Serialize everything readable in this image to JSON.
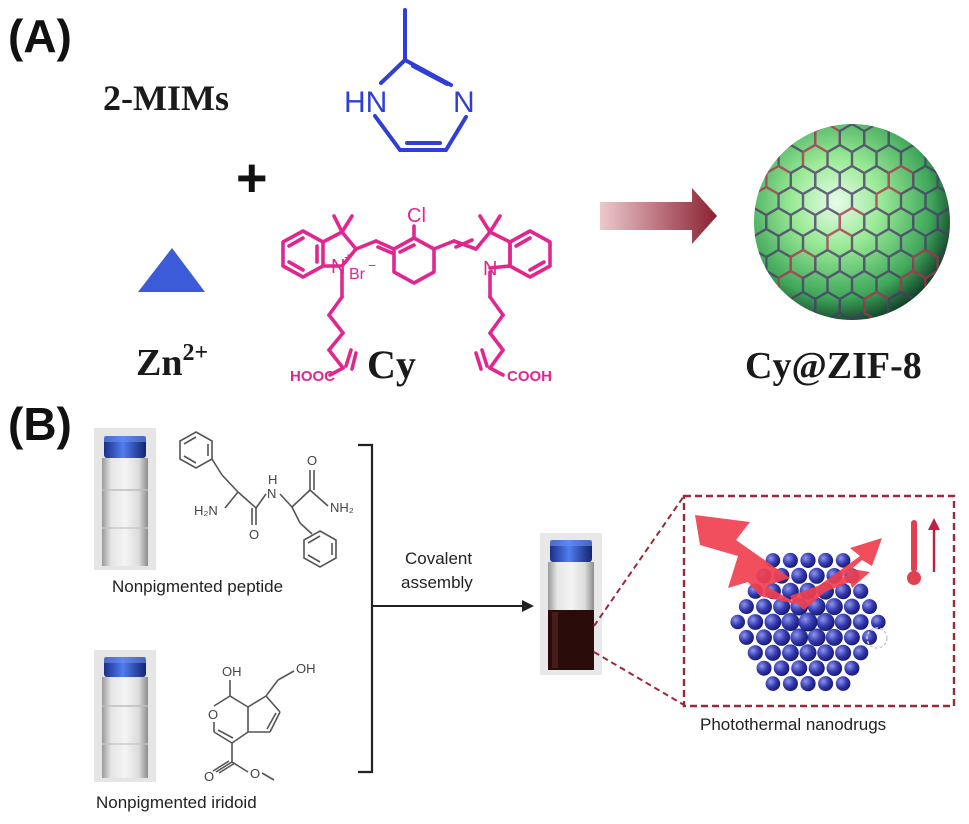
{
  "panel_a": {
    "label": "(A)",
    "ligand_label": "2-MIMs",
    "plus": "+",
    "ligand_atoms": {
      "nh": "HN",
      "n": "N"
    },
    "metal_label": "Zn",
    "metal_charge": "2+",
    "dye_label": "Cy",
    "dye_atoms": {
      "cl": "Cl",
      "n_left": "N",
      "plus": "+",
      "br": "Br",
      "bar": "−",
      "n_right": "N",
      "hooc": "HOOC",
      "cooh": "COOH"
    },
    "product_label": "Cy@ZIF-8"
  },
  "panel_b": {
    "label": "(B)",
    "peptide_label": "Nonpigmented peptide",
    "peptide_atoms": {
      "h2n": "H₂N",
      "nh": "N",
      "h": "H",
      "o1": "O",
      "o2": "O",
      "nh2": "NH₂"
    },
    "iridoid_label": "Nonpigmented iridoid",
    "iridoid_atoms": {
      "oh1": "OH",
      "oh2": "OH",
      "o_ring": "O",
      "o_carbonyl": "O",
      "o_ester": "O"
    },
    "process_line1": "Covalent",
    "process_line2": "assembly",
    "product_label": "Photothermal nanodrugs"
  },
  "colors": {
    "blue_chem": "#2f3fd6",
    "pink_chem": "#e0278f",
    "triangle": "#3b5bd8",
    "dashed_box": "#9a2a3a",
    "nanodrug": "#2b2f8f",
    "lightning": "#f04050",
    "arrow_grad_start": "#e9c2c8",
    "arrow_grad_end": "#8a2030"
  }
}
